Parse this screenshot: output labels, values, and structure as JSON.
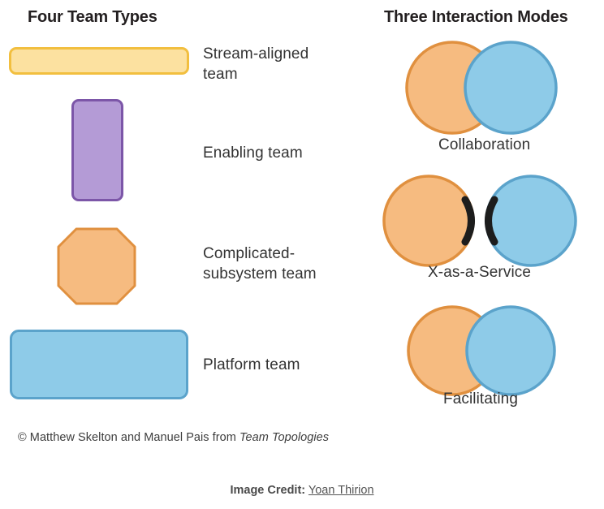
{
  "left_column": {
    "title": "Four Team Types",
    "items": [
      {
        "label": "Stream-aligned team",
        "shape": "wide-rounded-rectangle",
        "fill": "#fce1a0",
        "stroke": "#f2bf3f"
      },
      {
        "label": "Enabling team",
        "shape": "tall-rounded-rectangle",
        "fill": "#b49bd6",
        "stroke": "#7c56a8"
      },
      {
        "label": "Complicated-subsystem team",
        "shape": "octagon",
        "fill": "#f6bb80",
        "stroke": "#e0903f"
      },
      {
        "label": "Platform team",
        "shape": "wide-rounded-rectangle",
        "fill": "#8ecbe8",
        "stroke": "#5ba3cb"
      }
    ],
    "label_lines": {
      "stream": [
        "Stream-aligned",
        "team"
      ],
      "enabling": [
        "Enabling team"
      ],
      "complicated": [
        "Complicated-",
        "subsystem team"
      ],
      "platform": [
        "Platform team"
      ]
    }
  },
  "right_column": {
    "title": "Three Interaction Modes",
    "modes": [
      {
        "label": "Collaboration",
        "overlap": "large-diamond-lattice",
        "overlap_fill": "#a display",
        "left_circle": "#f6bb80",
        "right_circle": "#8ecbe8"
      },
      {
        "label": "X-as-a-Service",
        "overlap": "bracket-pair",
        "left_circle": "#f6bb80",
        "right_circle": "#8ecbe8"
      },
      {
        "label": "Facilitating",
        "overlap": "fine-dot-mesh",
        "left_circle": "#f6bb80",
        "right_circle": "#8ecbe8"
      }
    ]
  },
  "footer": {
    "copyright_prefix": "© Matthew Skelton and Manuel Pais from ",
    "copyright_book": "Team Topologies",
    "credit_label": "Image Credit:",
    "credit_link": "Yoan Thirion"
  },
  "colors": {
    "yellow_fill": "#fce1a0",
    "yellow_stroke": "#f2bf3f",
    "purple_fill": "#b49bd6",
    "purple_stroke": "#7c56a8",
    "orange_fill": "#f6bb80",
    "orange_stroke": "#e0903f",
    "blue_fill": "#8ecbe8",
    "blue_stroke": "#5ba3cb",
    "overlap_fill": "#a98cc8",
    "overlap_stroke": "#7c56a8",
    "text": "#333333",
    "heading": "#231f20"
  }
}
